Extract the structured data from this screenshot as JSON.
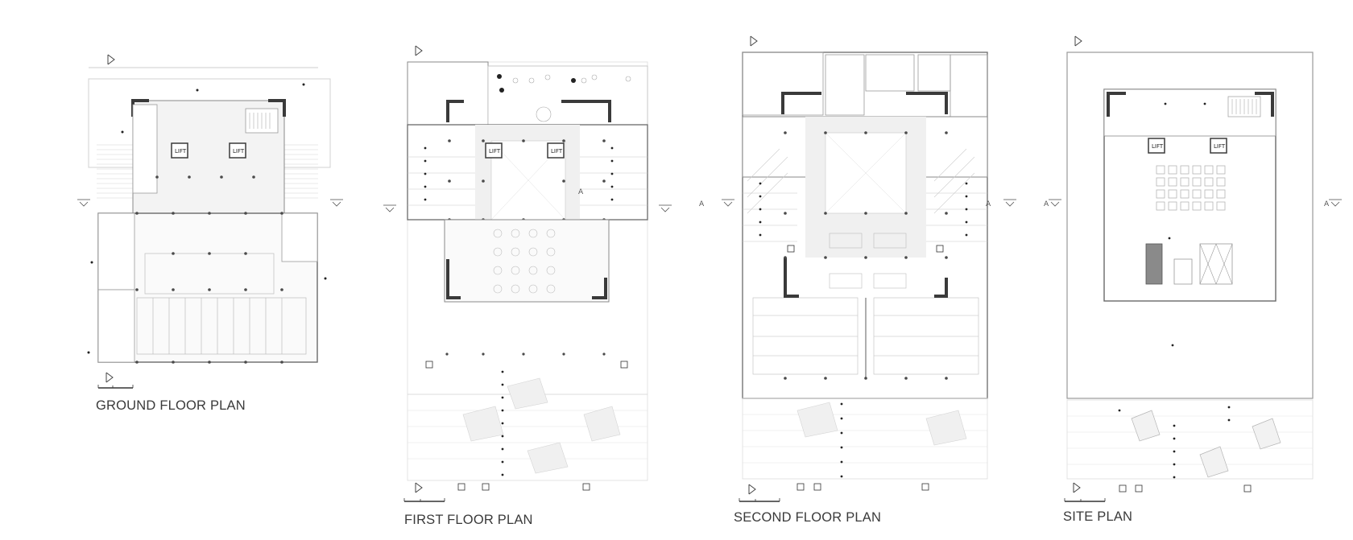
{
  "plans": [
    {
      "id": "ground",
      "title": "GROUND FLOOR PLAN"
    },
    {
      "id": "first",
      "title": "FIRST FLOOR PLAN"
    },
    {
      "id": "second",
      "title": "SECOND FLOOR PLAN"
    },
    {
      "id": "site",
      "title": "SITE PLAN"
    }
  ],
  "lift_label": "LIFT",
  "section_label": "A",
  "icons": [
    "north-arrow-icon",
    "scale-bar-icon",
    "section-marker-icon",
    "accessible-parking-icon",
    "level-marker-icon"
  ],
  "colors": {
    "wall": "#3a3a3a",
    "line": "#9a9a9a",
    "light": "#d4d4d4",
    "column": "#4a4a4a",
    "text": "#3a3a3a"
  }
}
